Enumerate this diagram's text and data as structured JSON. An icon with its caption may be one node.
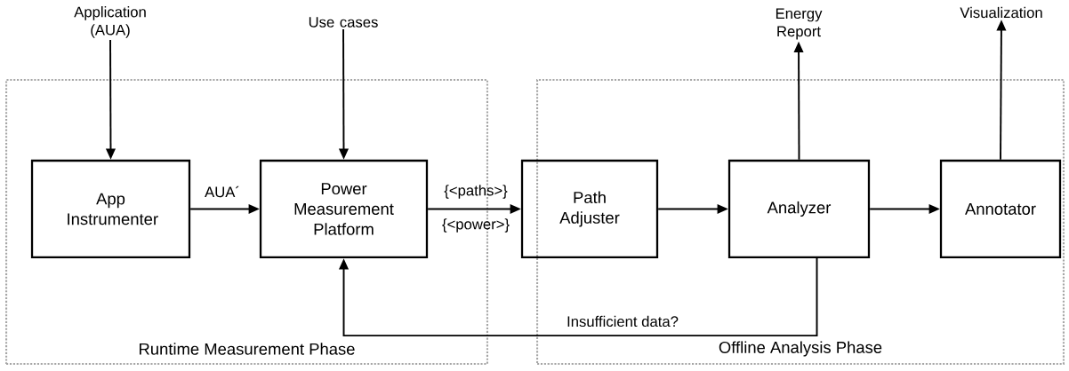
{
  "diagram": {
    "nodes": [
      {
        "text": [
          "Runtime Measurement Phase"
        ]
      },
      {
        "text": [
          "Offline Analysis Phase"
        ]
      },
      {
        "text": [
          "App Instrumenter"
        ],
        "in": 0
      },
      {
        "text": [
          "Power Measurement Platform"
        ],
        "in": 0
      },
      {
        "text": [
          "Path Adjuster"
        ],
        "in": 1
      },
      {
        "text": [
          "Analyzer"
        ],
        "in": 1
      },
      {
        "text": [
          "Annotator"
        ],
        "in": 1
      },
      {
        "text": [
          "Application (AUA)"
        ]
      },
      {
        "text": [
          "Use cases"
        ]
      },
      {
        "text": [
          "Energy Report"
        ]
      },
      {
        "text": [
          "Visualization"
        ]
      }
    ],
    "edges": [
      {
        "from": 7,
        "to": 2,
        "arrow": "to"
      },
      {
        "from": 8,
        "to": 3,
        "arrow": "to"
      },
      {
        "from": 2,
        "to": 3,
        "arrow": "to",
        "label": "AUA´"
      },
      {
        "from": 3,
        "to": 4,
        "arrow": "to",
        "label": "{<paths>}"
      },
      {
        "from": 4,
        "to": 5,
        "arrow": "to"
      },
      {
        "from": 5,
        "to": 6,
        "arrow": "to"
      },
      {
        "from": 5,
        "to": 9,
        "arrow": "to"
      },
      {
        "from": 6,
        "to": 10,
        "arrow": "to"
      },
      {
        "from": 5,
        "to": 3,
        "arrow": "to",
        "label": "Insufficient data?"
      }
    ],
    "labels": [
      "{<power>}"
    ]
  }
}
